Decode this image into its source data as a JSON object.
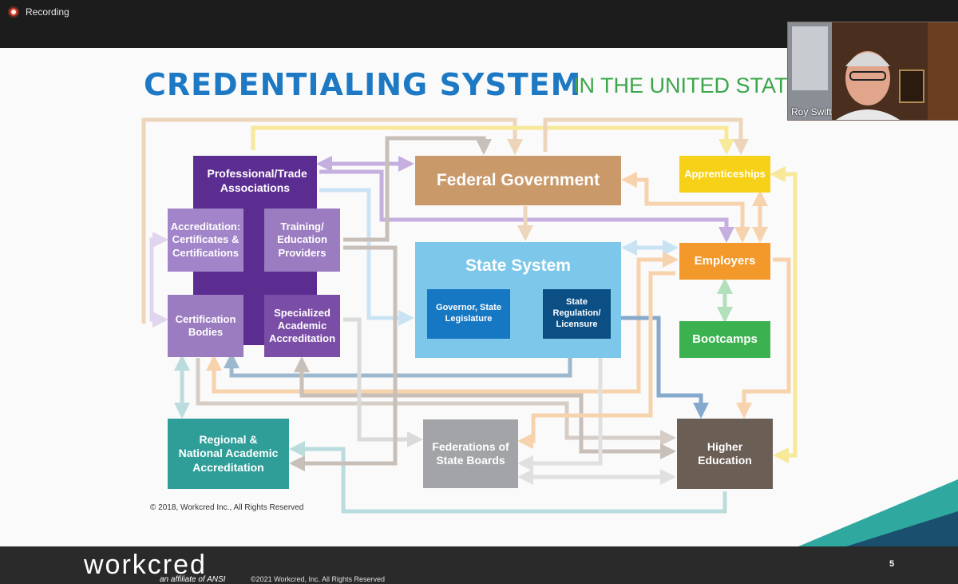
{
  "recording": {
    "label": "Recording"
  },
  "slide": {
    "title": "CREDENTIALING SYSTEM",
    "subtitle": "IN THE UNITED STATES",
    "boxes": {
      "professional": "Professional/Trade Associations",
      "accreditation_certs": "Accreditation: Certificates & Certifications",
      "training": "Training/ Education Providers",
      "certification_bodies": "Certification Bodies",
      "specialized": "Specialized Academic Accreditation",
      "federal": "Federal Government",
      "state_system": "State System",
      "governor": "Governor, State Legislature",
      "state_regulation": "State Regulation/ Licensure",
      "apprenticeships": "Apprenticeships",
      "employers": "Employers",
      "bootcamps": "Bootcamps",
      "regional": "Regional & National Academic Accreditation",
      "federations": "Federations of State Boards",
      "higher_ed": "Higher Education"
    },
    "copyright": "© 2018, Workcred Inc., All Rights Reserved",
    "page_number": "5"
  },
  "footer": {
    "logo": "workcred",
    "logo_sub": "an affiliate of ANSI",
    "copyright": "©2021 Workcred, Inc. All Rights Reserved"
  },
  "video": {
    "participant_name": "Roy Swift"
  },
  "colors": {
    "title_blue": "#1e79c4",
    "subtitle_green": "#3aa64a",
    "purple_dark": "#5c2d91",
    "purple_light": "#9b7cc0",
    "federal_tan": "#c9996a",
    "state_blue": "#7cc7ea",
    "navy": "#0c5a9a",
    "yellow": "#f7d117",
    "orange": "#f3982b",
    "green": "#3bb24f",
    "teal": "#2f9e99",
    "gray": "#a2a4a7",
    "brown": "#6b5e54"
  }
}
